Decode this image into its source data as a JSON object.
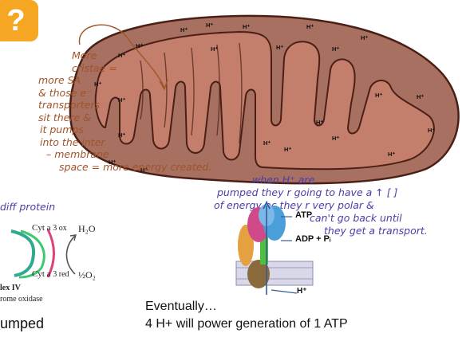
{
  "badge": {
    "symbol": "?"
  },
  "left_note": {
    "lines": [
      "More",
      "cristae =",
      "more SA",
      "& those e⁻",
      "transporters",
      "sit there &",
      "it pumps",
      "into the inter",
      "– membrane",
      "space = more energy created."
    ]
  },
  "right_note": {
    "lines": [
      "when H⁺ are",
      "pumped they r going to have a ↑ [ ]",
      "of energy bc they r very polar &",
      "can't go back until",
      "they get a transport."
    ]
  },
  "diff_protein": "diff protein",
  "complex_crop": {
    "cyt_top": "Cyt a",
    "cyt_top_sub": "3 ox",
    "h2o": "H₂O",
    "cyt_bottom": "Cyt a",
    "cyt_bottom_sub": "3 red",
    "o2": "½O₂",
    "label_complex": "lex IV",
    "label_oxidase": "rome oxidase"
  },
  "atp_synthase": {
    "atp": "ATP",
    "adp": "ADP + Pᵢ",
    "hplus": "H⁺"
  },
  "mito_hplus_label": "H⁺",
  "caption": {
    "line1": "Eventually…",
    "line2": "4 H+ will power generation of 1 ATP"
  },
  "bottom_left": "umped",
  "colors": {
    "outer_membrane": "#a77060",
    "inner_membrane": "#c47f6c",
    "outline": "#4a2016",
    "badge": "#f5a623",
    "note_brown": "#a0542a",
    "note_purple": "#4b3ca8"
  }
}
